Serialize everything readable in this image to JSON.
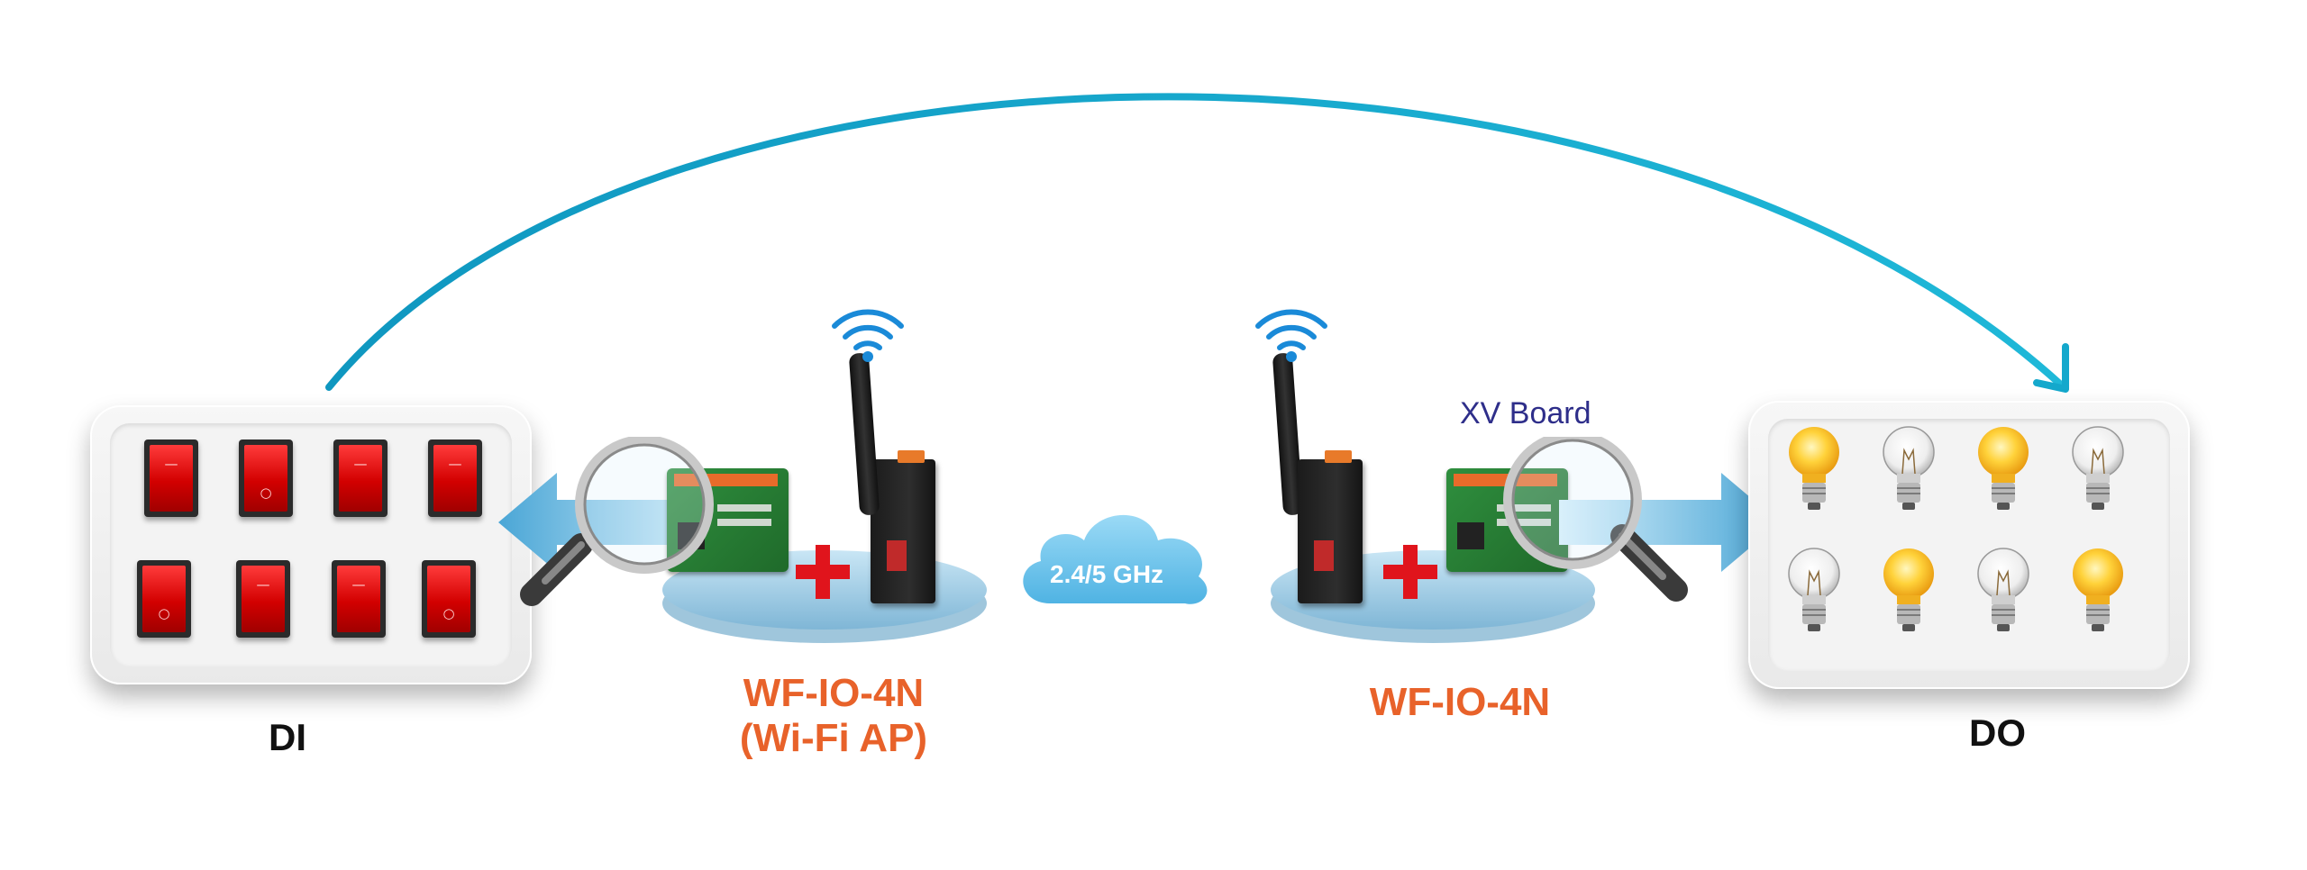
{
  "left_panel": {
    "label": "DI"
  },
  "right_panel": {
    "label": "DO"
  },
  "ap_device": {
    "name_line1": "WF-IO-4N",
    "name_line2": "(Wi-Fi AP)"
  },
  "station_device": {
    "name": "WF-IO-4N",
    "board_label": "XV Board"
  },
  "cloud": {
    "label": "2.4/5 GHz"
  },
  "colors": {
    "arc": "#14a8cc",
    "label_orange": "#e8622a",
    "label_blue": "#2e2e8a",
    "switch_red": "#d20000",
    "cloud": "#6fc7ee",
    "plus_red": "#e0141c"
  },
  "icons": [
    "rocker-switch-icon",
    "light-bulb-on-icon",
    "light-bulb-off-icon",
    "wifi-icon",
    "magnifier-icon",
    "plus-icon",
    "cloud-icon",
    "arrow-icon",
    "antenna-icon"
  ]
}
